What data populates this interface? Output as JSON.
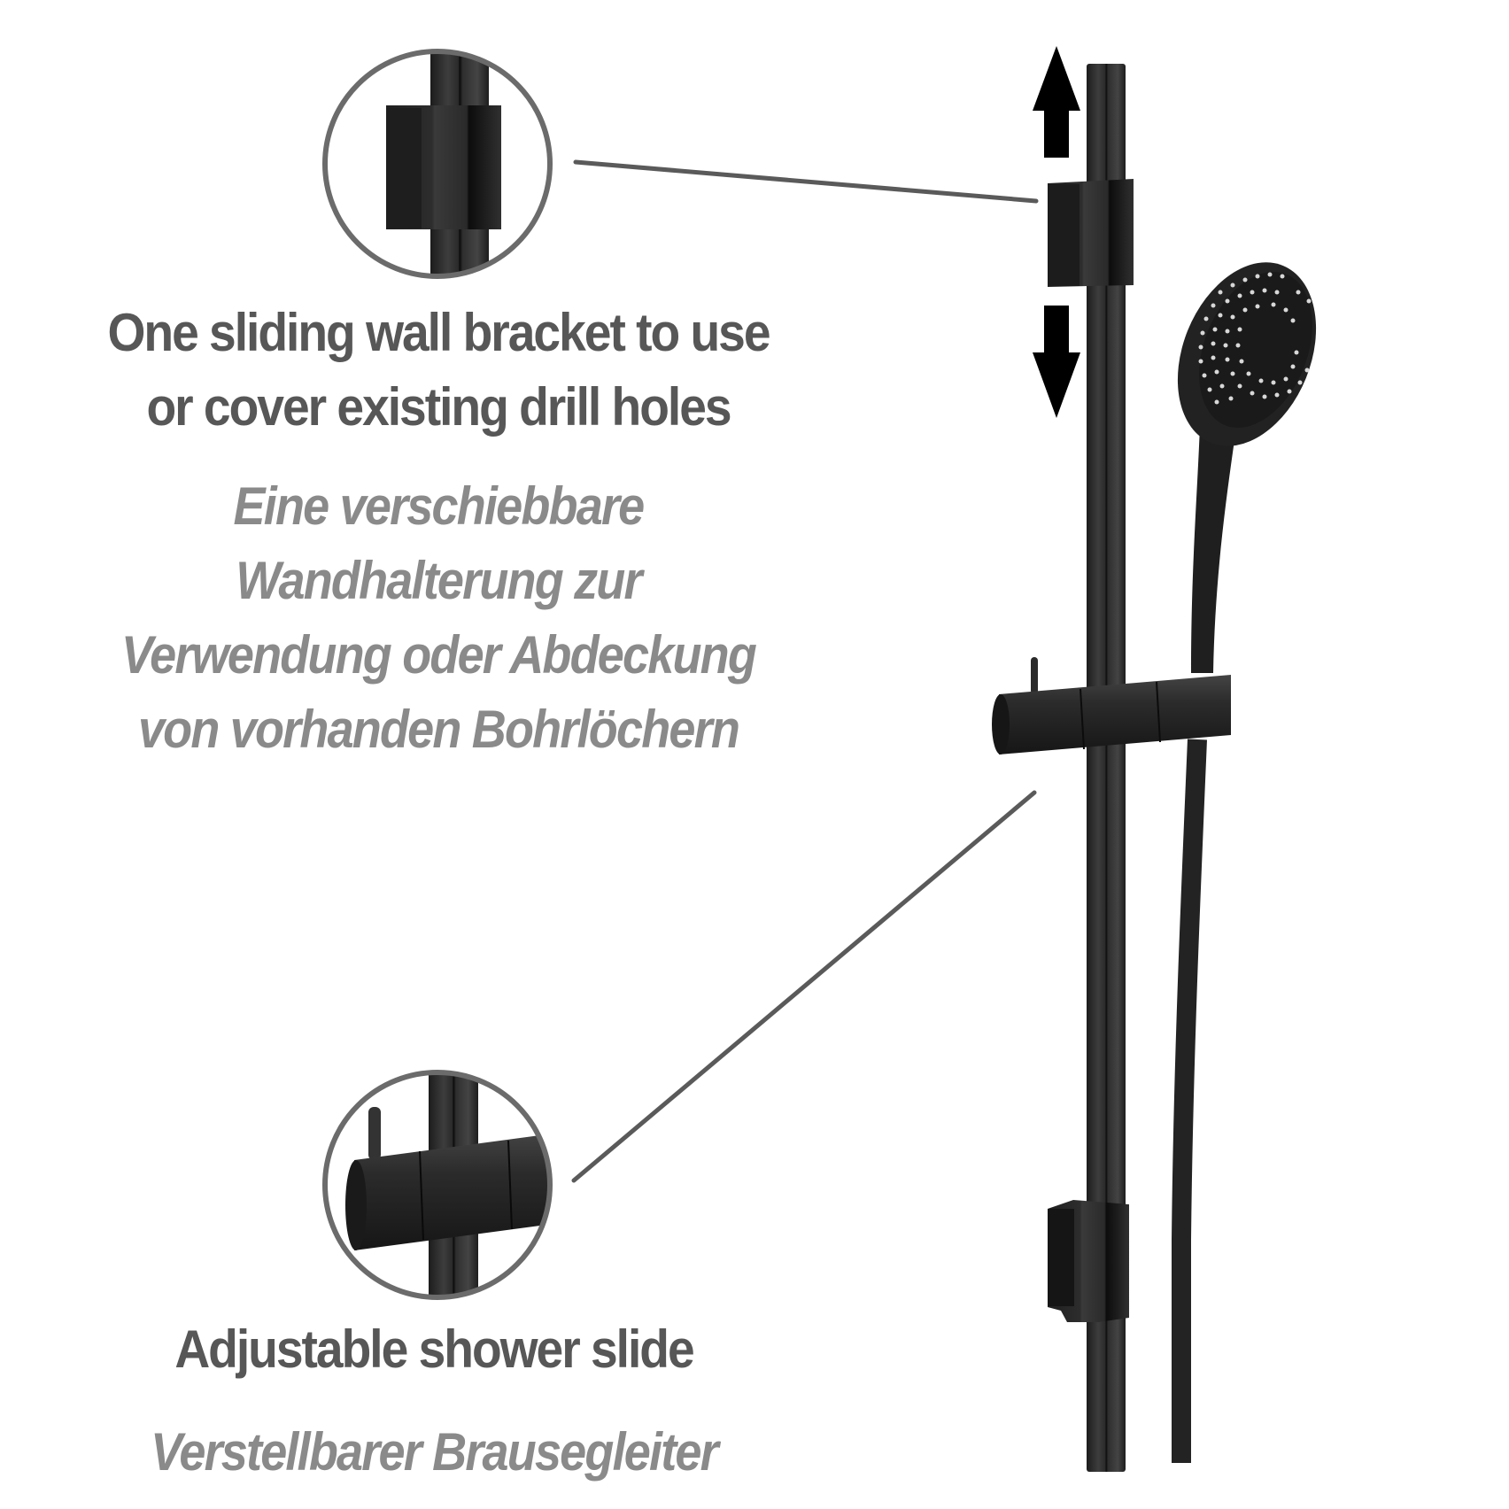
{
  "product": {
    "name": "Shower rail set",
    "finish_color": "#2a2a2a",
    "callout_line_color": "#5a5a5a",
    "callout_circle_color": "#6b6b6b"
  },
  "callouts": [
    {
      "id": "wall-bracket",
      "title_en": [
        "One sliding wall bracket to use",
        "or cover existing drill holes"
      ],
      "title_de": [
        "Eine verschiebbare",
        "Wandhalterung zur",
        "Verwendung oder Abdeckung",
        "von vorhanden Bohrlöchern"
      ],
      "indicator": "up-down-arrows"
    },
    {
      "id": "shower-slide",
      "title_en": [
        "Adjustable shower slide"
      ],
      "title_de": [
        "Verstellbarer Brausegleiter"
      ]
    }
  ],
  "icons": {
    "arrow_up": "up-arrow-icon",
    "arrow_down": "down-arrow-icon"
  },
  "colors": {
    "text_en": "#575757",
    "text_de": "#8a8a8a",
    "background": "#ffffff",
    "arrow": "#000000"
  }
}
